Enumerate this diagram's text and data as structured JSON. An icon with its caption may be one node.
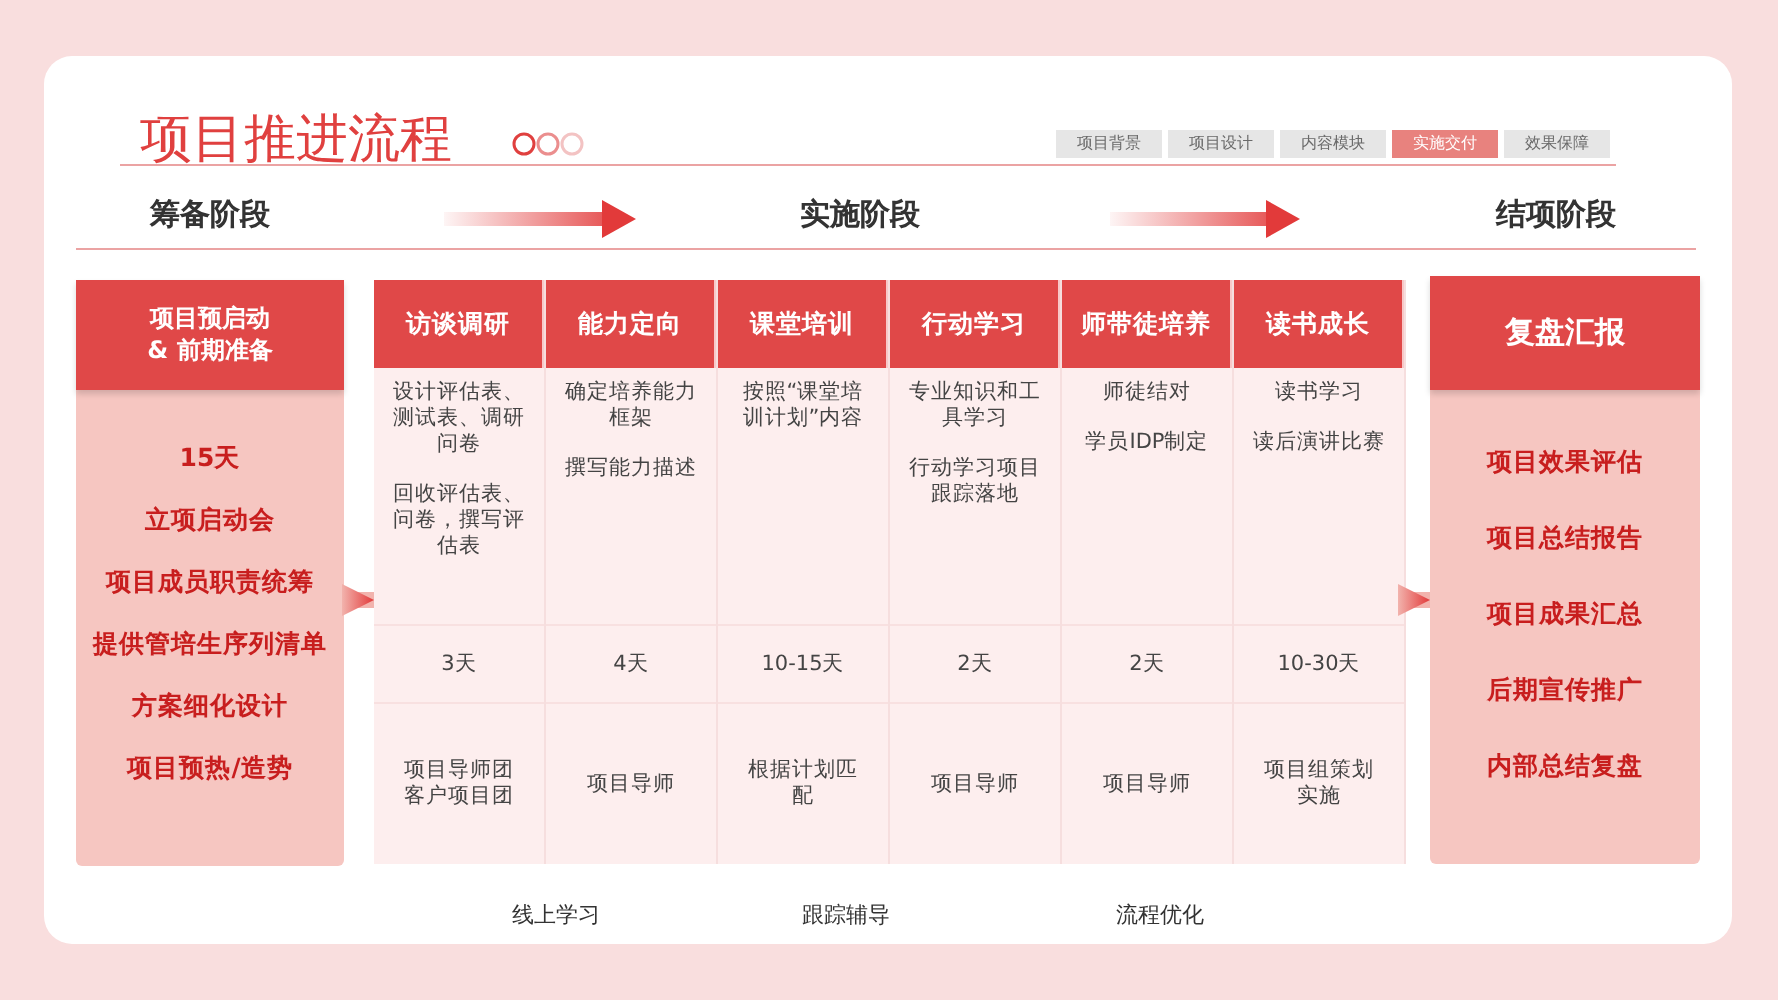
{
  "diagram": {
    "title": "项目推进流程",
    "nodes": [
      {
        "text": [
          "项目预启动 & 前期准备",
          "15天",
          "立项启动会",
          "项目成员职责统筹",
          "提供管培生序列清单",
          "方案细化设计",
          "项目预热/造势"
        ]
      },
      {
        "text": [
          "访谈调研",
          "设计评估表、测试表、调研问卷",
          "回收评估表、问卷，撰写评估表",
          "3天",
          "项目导师团客户项目团"
        ]
      },
      {
        "text": [
          "能力定向",
          "确定培养能力框架",
          "撰写能力描述",
          "4天",
          "项目导师"
        ]
      },
      {
        "text": [
          "课堂培训",
          "按照“课堂培训计划”内容",
          "10-15天",
          "根据计划匹配"
        ]
      },
      {
        "text": [
          "行动学习",
          "专业知识和工具学习",
          "行动学习项目跟踪落地",
          "2天",
          "项目导师"
        ]
      },
      {
        "text": [
          "师带徒培养",
          "师徒结对",
          "学员IDP制定",
          "2天",
          "项目导师"
        ]
      },
      {
        "text": [
          "读书成长",
          "读书学习",
          "读后演讲比赛",
          "10-30天",
          "项目组策划实施"
        ]
      },
      {
        "text": [
          "复盘汇报",
          "项目效果评估",
          "项目总结报告",
          "项目成果汇总",
          "后期宣传推广",
          "内部总结复盘"
        ]
      }
    ],
    "edges": [
      {
        "from": 0,
        "to": 1,
        "arrow": "to"
      },
      {
        "from": 6,
        "to": 7,
        "arrow": "to"
      }
    ],
    "labels": [
      "项目背景",
      "项目设计",
      "内容模块",
      "实施交付",
      "效果保障",
      "筹备阶段",
      "实施阶段",
      "结项阶段",
      "线上学习",
      "跟踪辅导",
      "流程优化"
    ]
  }
}
